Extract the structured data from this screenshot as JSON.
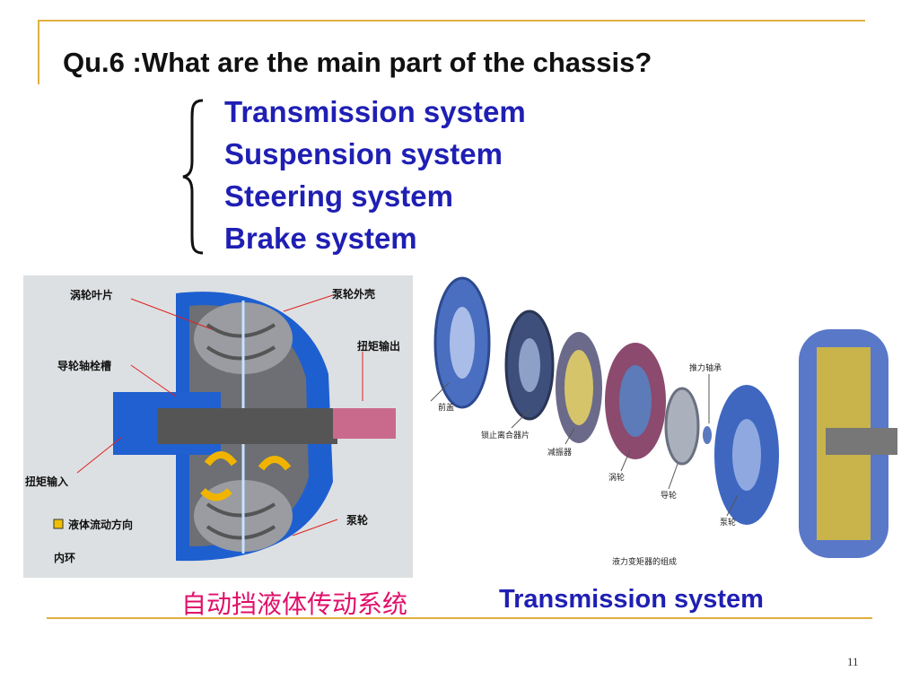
{
  "slide": {
    "title": "Qu.6 :What are the main part of the chassis?",
    "systems": [
      "Transmission system",
      "Suspension system",
      "Steering system",
      "Brake system"
    ],
    "left_figure": {
      "labels": {
        "turbine_blade": "涡轮叶片",
        "pump_housing": "泵轮外壳",
        "torque_output": "扭矩输出",
        "stator_spline": "导轮轴栓槽",
        "torque_input": "扭矩输入",
        "fluid_flow": "液体流动方向",
        "inner_ring": "内环",
        "pump": "泵轮"
      }
    },
    "right_figure": {
      "labels": {
        "front_cover": "前盖",
        "lockup_clutch": "锁止离合器片",
        "damper": "减振器",
        "turbine": "涡轮",
        "thrust_bearing": "推力轴承",
        "stator": "导轮",
        "pump": "泵轮",
        "caption": "液力变矩器的组成"
      }
    },
    "caption_cn": "自动挡液体传动系统",
    "caption_en": "Transmission system",
    "page_number": "11"
  },
  "colors": {
    "frame": "#e0b040",
    "system_text": "#1f1fb4",
    "caption_cn": "#e0106a"
  }
}
